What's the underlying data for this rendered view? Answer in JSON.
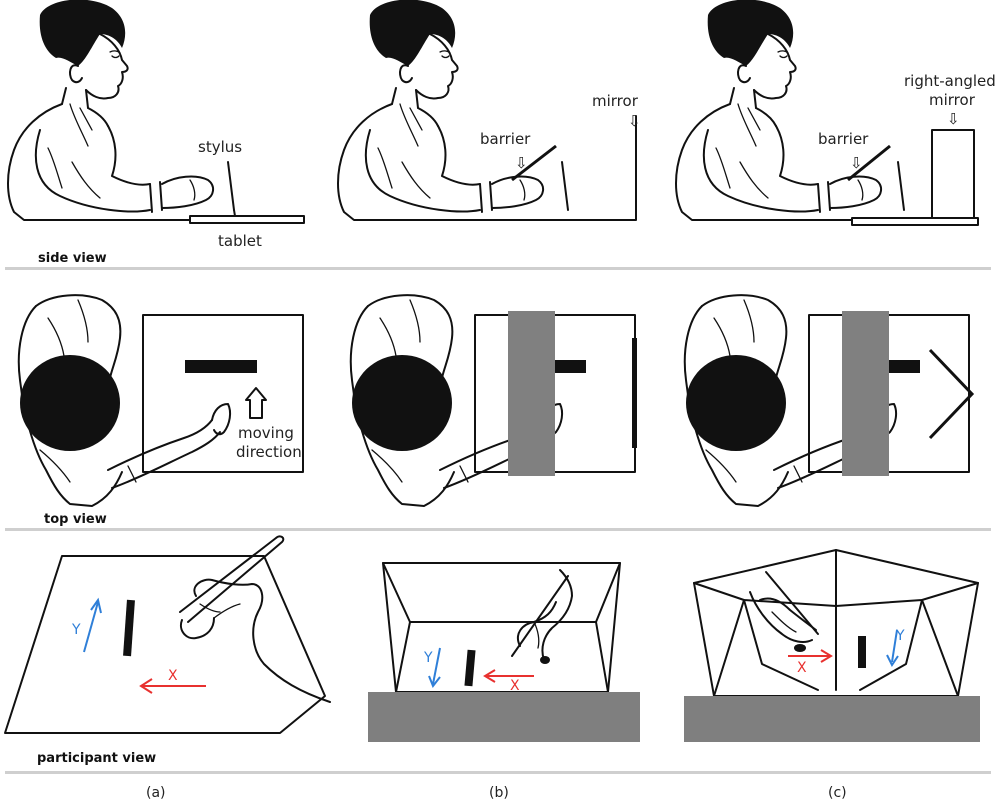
{
  "rows": {
    "side": {
      "label": "side view"
    },
    "top": {
      "label": "top view"
    },
    "participant": {
      "label": "participant view"
    }
  },
  "annotations": {
    "stylus": "stylus",
    "tablet": "tablet",
    "barrier_b": "barrier",
    "mirror": "mirror",
    "barrier_c": "barrier",
    "right_angled_line1": "right-angled",
    "right_angled_line2": "mirror",
    "moving_line1": "moving",
    "moving_line2": "direction"
  },
  "axes": {
    "x": "X",
    "y": "Y"
  },
  "captions": {
    "a": "(a)",
    "b": "(b)",
    "c": "(c)"
  },
  "colors": {
    "x_axis": "#e8312f",
    "y_axis": "#2f7fd8",
    "separator": "#cfcfcf",
    "barrier_gray": "#808080",
    "table_gray": "#7f7f7f"
  }
}
